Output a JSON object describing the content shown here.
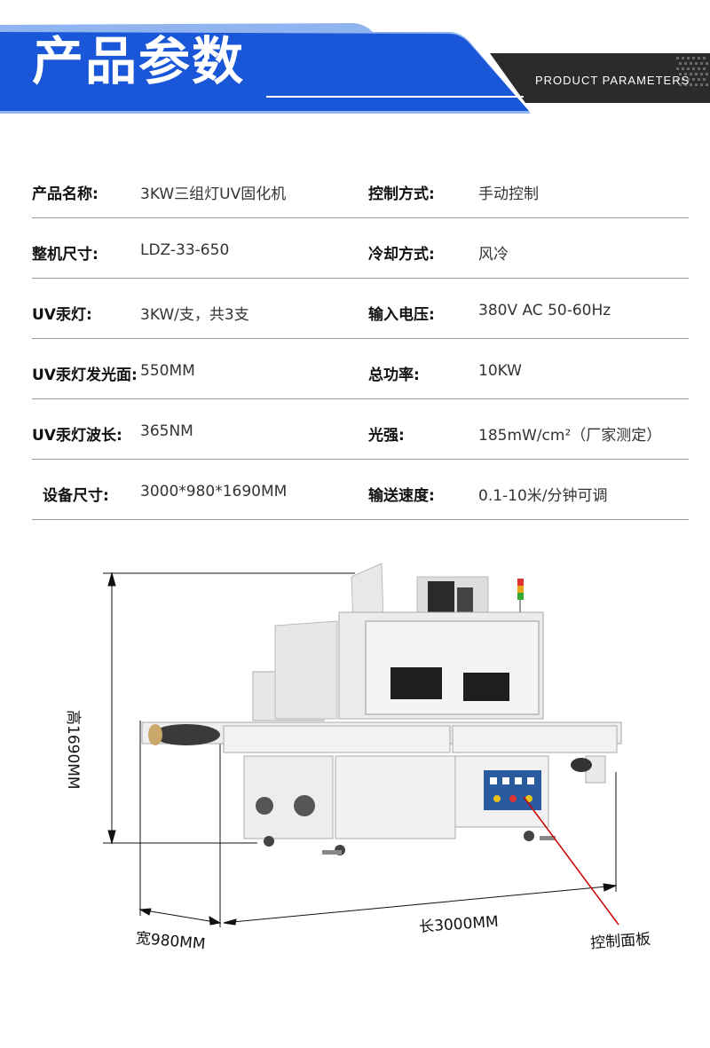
{
  "header": {
    "title": "产品参数",
    "subtitle": "PRODUCT  PARAMETERS",
    "colors": {
      "blue": "#1a56d8",
      "dark": "#2b2b2b"
    }
  },
  "params": [
    {
      "l1": "产品名称:",
      "v1": "3KW三组灯UV固化机",
      "l2": "控制方式:",
      "v2": "手动控制"
    },
    {
      "l1": "整机尺寸:",
      "v1": "LDZ-33-650",
      "l2": "冷却方式:",
      "v2": "风冷"
    },
    {
      "l1": "UV汞灯:",
      "v1": "3KW/支，共3支",
      "l2": "输入电压:",
      "v2": "380V AC 50-60Hz"
    },
    {
      "l1": "UV汞灯发光面:",
      "v1": "550MM",
      "l2": "总功率:",
      "v2": "10KW"
    },
    {
      "l1": "UV汞灯波长:",
      "v1": "365NM",
      "l2": "光强:",
      "v2": "185mW/cm²（厂家测定）"
    },
    {
      "l1": "设备尺寸:",
      "v1": "3000*980*1690MM",
      "l2": "输送速度:",
      "v2": "0.1-10米/分钟可调"
    }
  ],
  "figure": {
    "height_label": "高1690MM",
    "width_label": "宽980MM",
    "length_label": "长3000MM",
    "panel_label": "控制面板"
  }
}
